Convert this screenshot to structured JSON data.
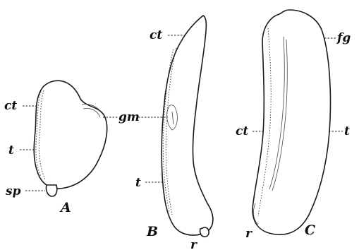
{
  "figure": {
    "labels": {
      "A_ct": "ct",
      "A_t": "t",
      "A_sp": "sp",
      "gm": "gm",
      "B_ct": "ct",
      "B_t": "t",
      "B_r": "r",
      "C_fg": "fg",
      "C_ct": "ct",
      "C_t": "t",
      "C_r": "r"
    },
    "captions": {
      "A": "A",
      "B": "B",
      "C": "C"
    }
  }
}
